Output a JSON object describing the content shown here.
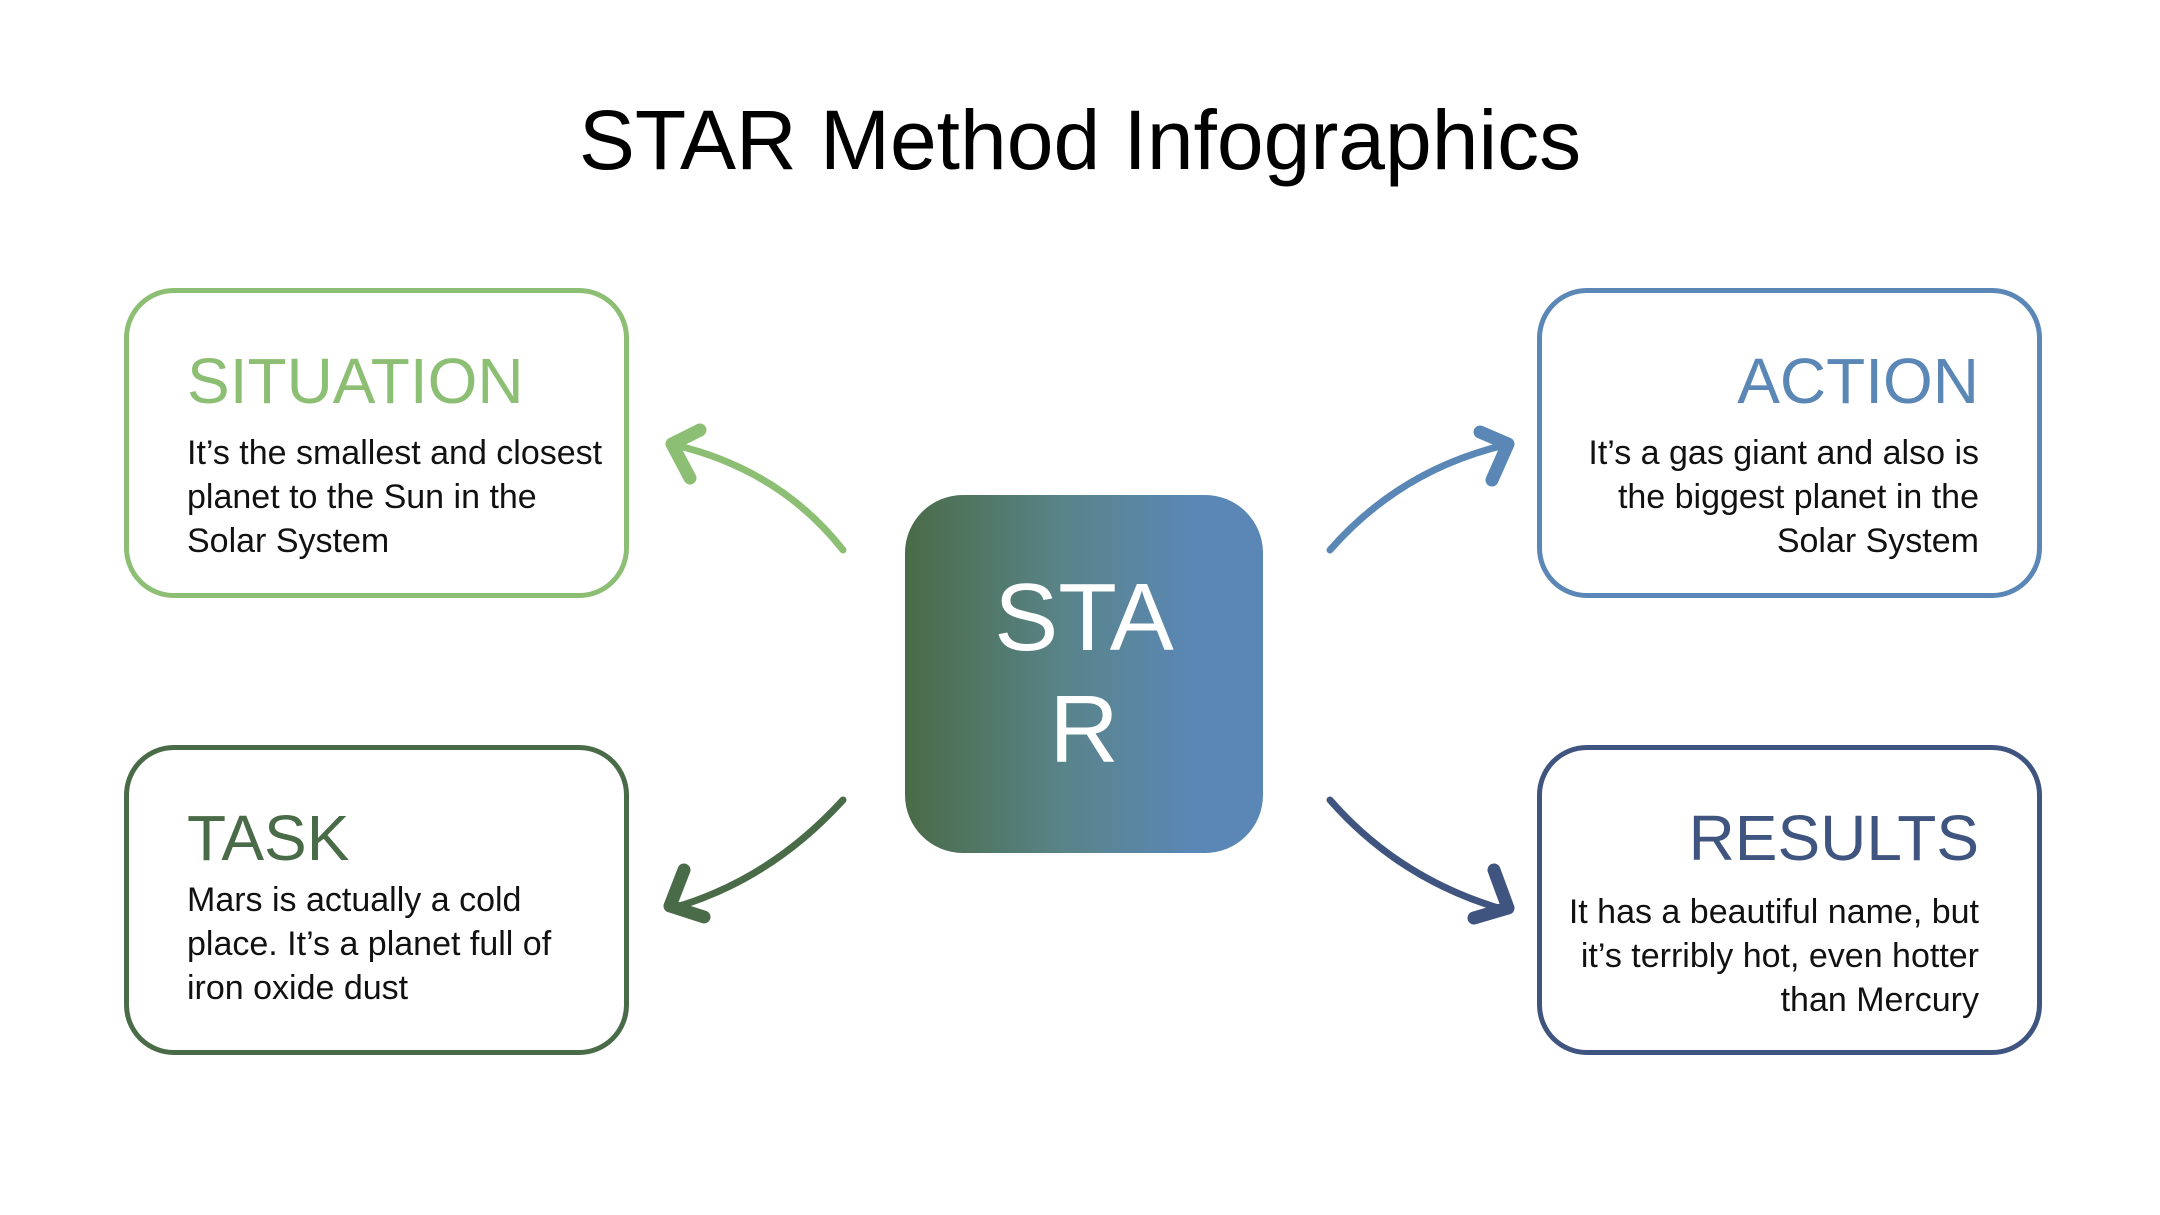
{
  "title": "STAR Method Infographics",
  "center_label": "STAR",
  "colors": {
    "situation": "#8cbf73",
    "task": "#4a6b47",
    "action": "#5a87b5",
    "results": "#3f5580"
  },
  "cards": {
    "situation": {
      "title": "SITUATION",
      "body": "It’s the smallest and closest planet to the Sun in the Solar System"
    },
    "task": {
      "title": "TASK",
      "body": "Mars is actually a cold place. It’s a planet full of iron oxide dust"
    },
    "action": {
      "title": "ACTION",
      "body": "It’s a gas giant and also is the biggest planet in the Solar System"
    },
    "results": {
      "title": "RESULTS",
      "body": "It has a beautiful name, but it’s terribly hot, even hotter than Mercury"
    }
  }
}
